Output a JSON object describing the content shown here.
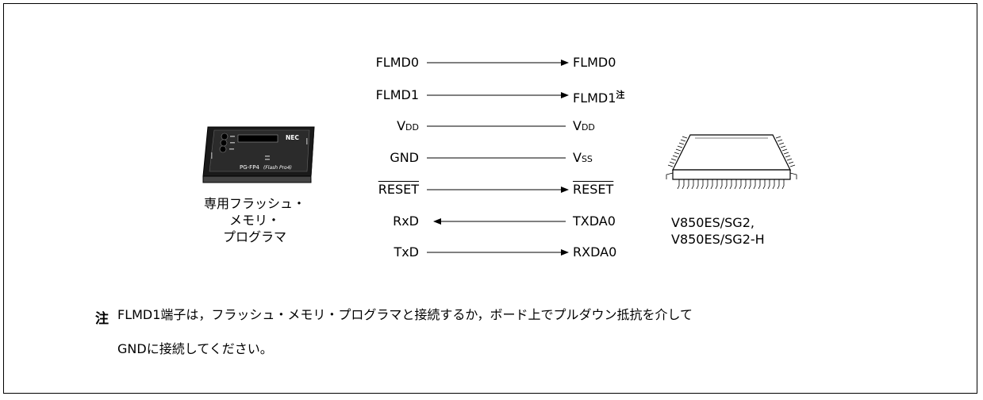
{
  "signals": [
    {
      "left": "FLMD0",
      "right": "FLMD0",
      "dir": "right",
      "right_sup": ""
    },
    {
      "left": "FLMD1",
      "right": "FLMD1",
      "dir": "right",
      "right_sup": "注"
    },
    {
      "left_main": "V",
      "left_sub": "DD",
      "right_main": "V",
      "right_sub": "DD",
      "dir": "none"
    },
    {
      "left": "GND",
      "right_main": "V",
      "right_sub": "SS",
      "dir": "none"
    },
    {
      "left": "RESET",
      "right": "RESET",
      "dir": "right",
      "overline": true
    },
    {
      "left": "RxD",
      "right": "TXDA0",
      "dir": "left"
    },
    {
      "left": "TxD",
      "right": "RXDA0",
      "dir": "right"
    }
  ],
  "programmer": {
    "screen_text": "PG-FP4",
    "screen_italic": "(Flash Pro4)",
    "brand": "NEC",
    "caption_lines": [
      "専用フラッシュ・",
      "メモリ・",
      "プログラマ"
    ]
  },
  "chip": {
    "caption_lines": [
      "V850ES/SG2,",
      "V850ES/SG2-H"
    ]
  },
  "note": {
    "mark": "注",
    "line1": "FLMD1端子は，フラッシュ・メモリ・プログラマと接続するか，ボード上でプルダウン抵抗を介して",
    "line2": "GNDに接続してください。"
  }
}
